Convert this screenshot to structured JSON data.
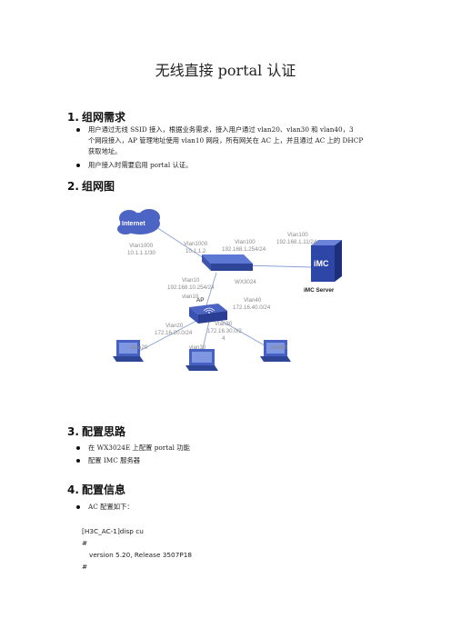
{
  "doc": {
    "title": "无线直接 portal 认证",
    "sections": [
      {
        "num": "1.",
        "heading": "组网需求"
      },
      {
        "num": "2.",
        "heading": "组网图"
      },
      {
        "num": "3.",
        "heading": "配置思路"
      },
      {
        "num": "4.",
        "heading": "配置信息"
      }
    ],
    "req_bullets": [
      "用户通过无线 SSID 接入，根据业务需求，接入用户通过 vlan20、vlan30 和 vlan40，3",
      "个网段接入，AP 管理地址使用 vlan10 网段，所有网关在 AC 上，并且通过 AC 上的 DHCP",
      "获取地址。",
      "用户接入时需要启用 portal 认证。"
    ],
    "idea_bullets": [
      "在 WX3024E 上配置 portal 功能",
      "配置 IMC 服务器"
    ],
    "config_bullet": "AC 配置如下：",
    "code_lines": [
      "[H3C_AC-1]disp cu",
      "#",
      "version 5.20, Release 3507P18",
      "#"
    ]
  },
  "diagram": {
    "internet": "Internet",
    "imc_logo": "iMC",
    "imc_label": "iMC Server",
    "ac_label": "WX3024",
    "ap_label": "AP",
    "labels": {
      "vlan1000_left": "Vlan1000",
      "ip_left": "10.1.1.1/30",
      "vlan1000_mid": "Vlan1000",
      "ip_mid": "10.1.1.2",
      "vlan100_a": "Vlan100",
      "ip_100a": "192.168.1.254/24",
      "vlan100_b": "Vlan100",
      "ip_100b": "192.168.1.11/24",
      "vlan10": "Vlan10",
      "ip_10": "192.168.10.254/24",
      "vlan10_link": "vlan10",
      "vlan20": "Vlan20",
      "ip_20": "172.16.20.0/24",
      "vlan30": "Vlan30",
      "ip_30a": "172.16.30.0/2",
      "ip_30b": "4",
      "vlan40": "Vlan40",
      "ip_40": "172.16.40.0/24",
      "pc20": "vlan20",
      "pc30": "vlan30",
      "pc40": "vlan40"
    }
  }
}
